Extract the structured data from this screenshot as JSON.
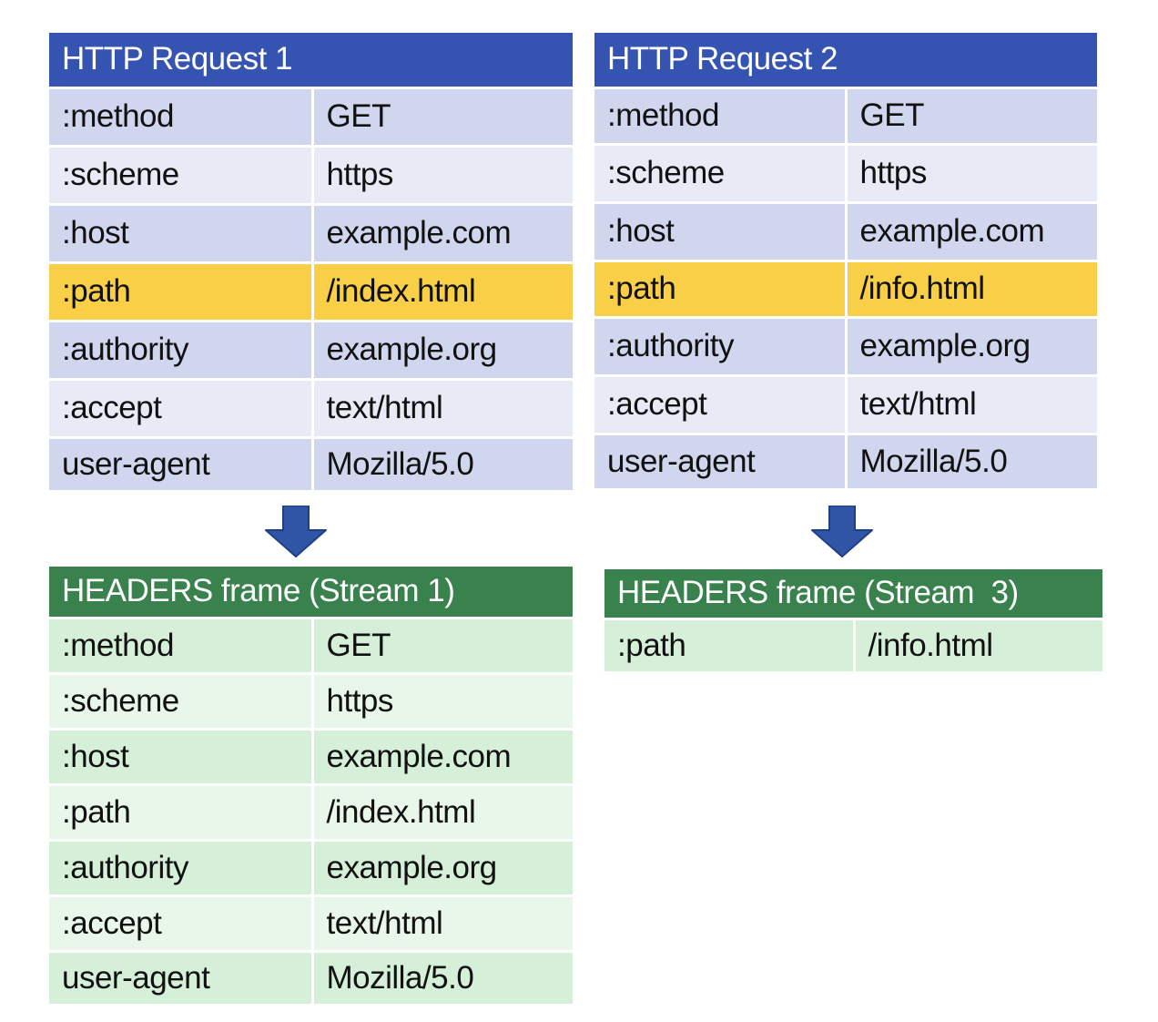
{
  "request1": {
    "title": "HTTP Request 1",
    "rows": [
      {
        "key": ":method",
        "value": "GET"
      },
      {
        "key": ":scheme",
        "value": "https"
      },
      {
        "key": ":host",
        "value": "example.com"
      },
      {
        "key": ":path",
        "value": "/index.html"
      },
      {
        "key": ":authority",
        "value": "example.org"
      },
      {
        "key": ":accept",
        "value": "text/html"
      },
      {
        "key": "user-agent",
        "value": "Mozilla/5.0"
      }
    ]
  },
  "request2": {
    "title": "HTTP Request 2",
    "rows": [
      {
        "key": ":method",
        "value": "GET"
      },
      {
        "key": ":scheme",
        "value": "https"
      },
      {
        "key": ":host",
        "value": "example.com"
      },
      {
        "key": ":path",
        "value": "/info.html"
      },
      {
        "key": ":authority",
        "value": "example.org"
      },
      {
        "key": ":accept",
        "value": "text/html"
      },
      {
        "key": "user-agent",
        "value": "Mozilla/5.0"
      }
    ]
  },
  "frame1": {
    "title": "HEADERS frame (Stream 1)",
    "rows": [
      {
        "key": ":method",
        "value": "GET"
      },
      {
        "key": ":scheme",
        "value": "https"
      },
      {
        "key": ":host",
        "value": "example.com"
      },
      {
        "key": ":path",
        "value": "/index.html"
      },
      {
        "key": ":authority",
        "value": "example.org"
      },
      {
        "key": ":accept",
        "value": "text/html"
      },
      {
        "key": "user-agent",
        "value": "Mozilla/5.0"
      }
    ]
  },
  "frame3": {
    "title": "HEADERS frame (Stream  3)",
    "rows": [
      {
        "key": ":path",
        "value": "/info.html"
      }
    ]
  },
  "colors": {
    "request_header": "#3553b0",
    "frame_header": "#39824d",
    "highlight": "#f8cf46",
    "arrow": "#2f55a4"
  },
  "icons": {
    "arrow": "arrow-down-icon"
  }
}
